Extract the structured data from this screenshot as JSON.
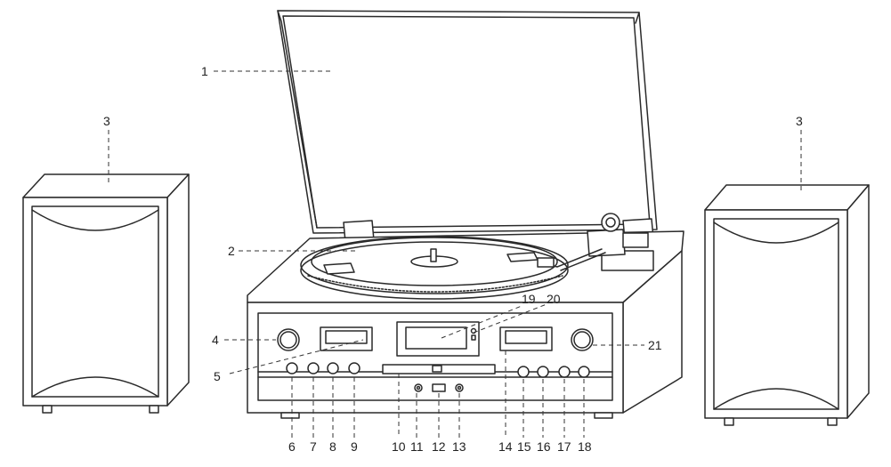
{
  "figure": {
    "colors": {
      "line": "#2a2a2a",
      "background": "#ffffff"
    },
    "callouts": [
      {
        "id": "c1",
        "label": "1"
      },
      {
        "id": "c2",
        "label": "2"
      },
      {
        "id": "c3a",
        "label": "3"
      },
      {
        "id": "c3b",
        "label": "3"
      },
      {
        "id": "c4",
        "label": "4"
      },
      {
        "id": "c5",
        "label": "5"
      },
      {
        "id": "c6",
        "label": "6"
      },
      {
        "id": "c7",
        "label": "7"
      },
      {
        "id": "c8",
        "label": "8"
      },
      {
        "id": "c9",
        "label": "9"
      },
      {
        "id": "c10",
        "label": "10"
      },
      {
        "id": "c11",
        "label": "11"
      },
      {
        "id": "c12",
        "label": "12"
      },
      {
        "id": "c13",
        "label": "13"
      },
      {
        "id": "c14",
        "label": "14"
      },
      {
        "id": "c15",
        "label": "15"
      },
      {
        "id": "c16",
        "label": "16"
      },
      {
        "id": "c17",
        "label": "17"
      },
      {
        "id": "c18",
        "label": "18"
      },
      {
        "id": "c19",
        "label": "19"
      },
      {
        "id": "c20",
        "label": "20"
      },
      {
        "id": "c21",
        "label": "21"
      }
    ]
  }
}
